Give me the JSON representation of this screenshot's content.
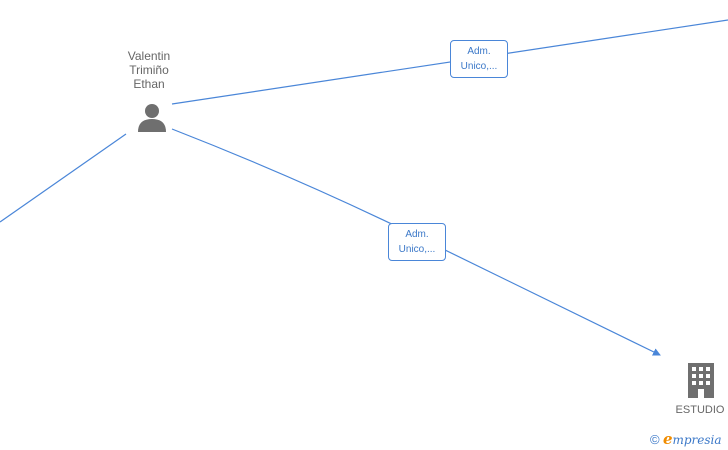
{
  "person": {
    "name_lines": [
      "Valentin",
      "Trimiño",
      "Ethan"
    ],
    "icon": "person-icon"
  },
  "company": {
    "name": "ESTUDIO",
    "icon": "building-icon"
  },
  "edges": [
    {
      "label_lines": [
        "Adm.",
        "Unico,..."
      ]
    },
    {
      "label_lines": [
        "Adm.",
        "Unico,..."
      ]
    }
  ],
  "brand": {
    "copyright": "©",
    "initial": "e",
    "rest": "mpresia"
  },
  "colors": {
    "edge": "#4a86d8",
    "node_text": "#666666",
    "icon": "#6f6f6f",
    "brand_orange": "#f08c00",
    "brand_blue": "#3b78c8"
  }
}
